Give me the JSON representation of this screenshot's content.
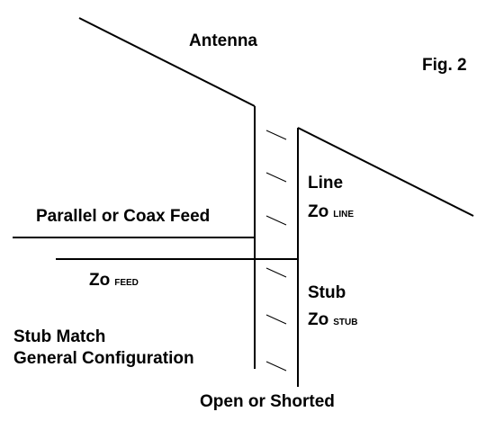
{
  "figure": {
    "fig_label": "Fig. 2",
    "antenna": "Antenna",
    "feed": "Parallel or Coax Feed",
    "zo_feed": {
      "zo": "Zo",
      "sub": "FEED"
    },
    "line": "Line",
    "zo_line": {
      "zo": "Zo",
      "sub": "LINE"
    },
    "stub": "Stub",
    "zo_stub": {
      "zo": "Zo",
      "sub": "STUB"
    },
    "caption": [
      "Stub Match",
      "General Configuration"
    ],
    "termination": "Open or Shorted"
  },
  "colors": {
    "line": "#000000",
    "background": "#ffffff"
  }
}
